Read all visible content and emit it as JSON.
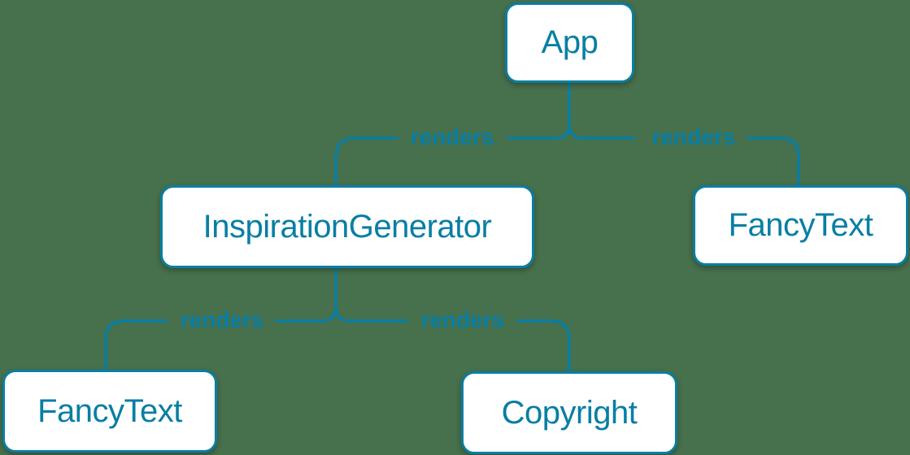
{
  "colors": {
    "background": "#47704C",
    "accent": "#087EA4",
    "node_fill": "#FFFFFF"
  },
  "diagram": {
    "type": "component-render-tree",
    "nodes": [
      {
        "id": "app",
        "label": "App"
      },
      {
        "id": "inspiration-generator",
        "label": "InspirationGenerator"
      },
      {
        "id": "fancy-text-top",
        "label": "FancyText"
      },
      {
        "id": "fancy-text-bottom",
        "label": "FancyText"
      },
      {
        "id": "copyright",
        "label": "Copyright"
      }
    ],
    "edges": [
      {
        "from": "App",
        "to": "InspirationGenerator",
        "label": "renders"
      },
      {
        "from": "App",
        "to": "FancyText",
        "label": "renders"
      },
      {
        "from": "InspirationGenerator",
        "to": "FancyText",
        "label": "renders"
      },
      {
        "from": "InspirationGenerator",
        "to": "Copyright",
        "label": "renders"
      }
    ]
  }
}
